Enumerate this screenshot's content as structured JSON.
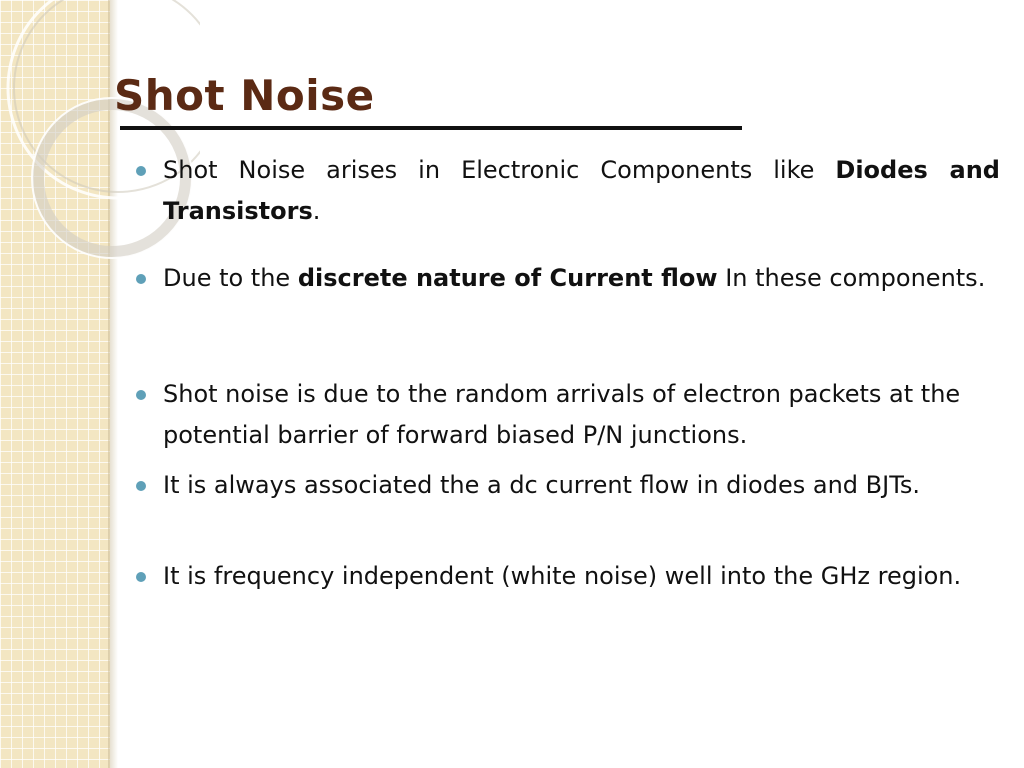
{
  "slide": {
    "title": "Shot Noise",
    "accent_colors": {
      "title": "#5b2a14",
      "bullet": "#5fa0b8",
      "band": "#f3e6c2"
    },
    "bullets": [
      {
        "before": "Shot Noise arises in Electronic Components like ",
        "bold": "Diodes and Transistors",
        "after": "."
      },
      {
        "before": "Due to the ",
        "bold": "discrete nature of Current flow",
        "after": " In these components."
      },
      {
        "text": "Shot noise is due to the random arrivals of electron packets at the potential barrier of forward biased P/N junctions."
      },
      {
        "text": "It is always associated the a dc current flow in diodes and BJTs."
      },
      {
        "text": "It is frequency independent (white noise) well into the GHz region."
      }
    ]
  }
}
